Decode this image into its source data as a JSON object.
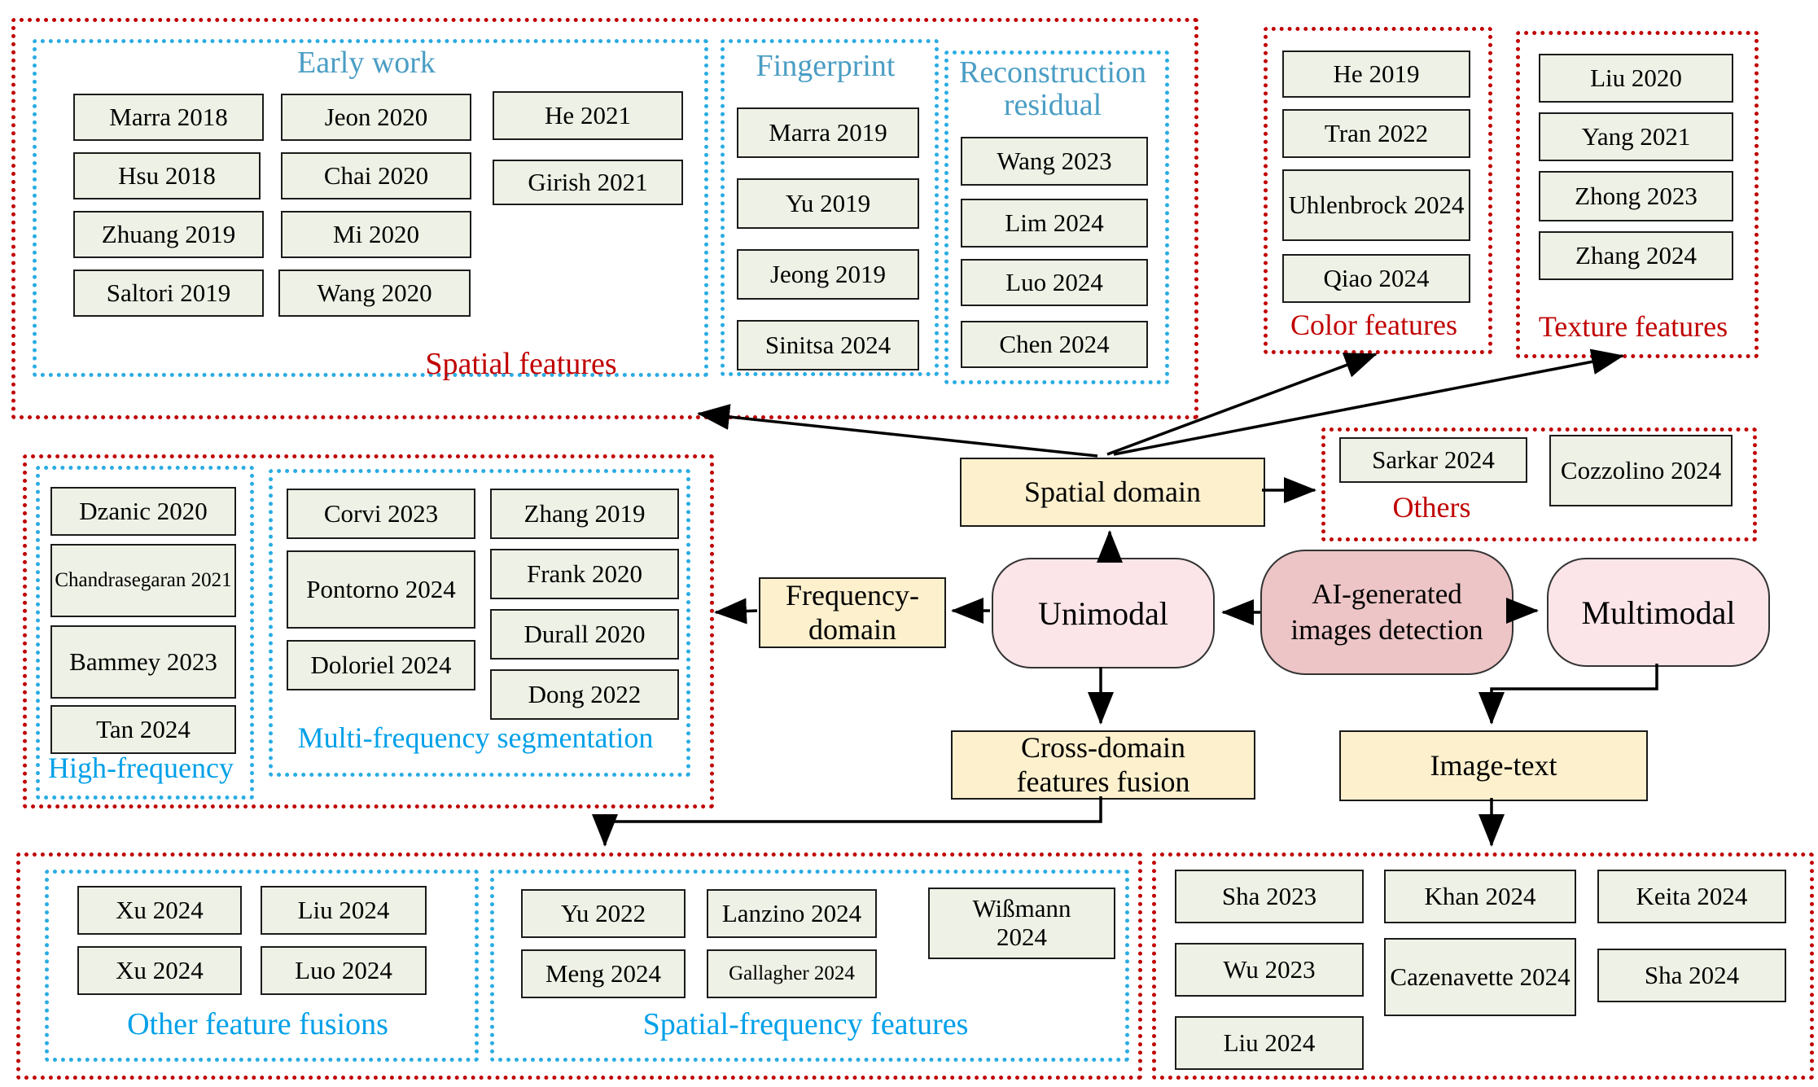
{
  "colors": {
    "red_border": "#c00000",
    "blue_border": "#29ace3",
    "label_blue_top": "#4a9dc4",
    "label_blue_bottom": "#00a0e8",
    "label_red": "#c00000",
    "cite_fill": "#eef1e5",
    "yellow_fill": "#fdf0cd",
    "pink_fill": "#fbe5e8",
    "root_fill": "#edc5c6"
  },
  "nodes": {
    "root": {
      "label": "AI-generated\nimages detection"
    },
    "unimodal": {
      "label": "Unimodal"
    },
    "multimodal": {
      "label": "Multimodal"
    },
    "spatial_domain": {
      "label": "Spatial domain"
    },
    "frequency_domain": {
      "label": "Frequency-\ndomain"
    },
    "cross_domain": {
      "label": "Cross-domain\nfeatures fusion"
    },
    "image_text": {
      "label": "Image-text"
    }
  },
  "groups": {
    "spatial_features": {
      "label": "Spatial features",
      "early_work": {
        "title": "Early work",
        "items": [
          "Marra 2018",
          "Jeon 2020",
          "He 2021",
          "Hsu 2018",
          "Chai 2020",
          "Girish 2021",
          "Zhuang 2019",
          "Mi 2020",
          "Saltori 2019",
          "Wang 2020"
        ]
      },
      "fingerprint": {
        "title": "Fingerprint",
        "items": [
          "Marra 2019",
          "Yu 2019",
          "Jeong 2019",
          "Sinitsa 2024"
        ]
      },
      "reconstruction": {
        "title": "Reconstruction\nresidual",
        "items": [
          "Wang 2023",
          "Lim 2024",
          "Luo 2024",
          "Chen 2024"
        ]
      }
    },
    "color_features": {
      "label": "Color features",
      "items": [
        "He 2019",
        "Tran 2022",
        "Uhlenbrock 2024",
        "Qiao 2024"
      ]
    },
    "texture_features": {
      "label": "Texture features",
      "items": [
        "Liu 2020",
        "Yang 2021",
        "Zhong 2023",
        "Zhang 2024"
      ]
    },
    "others": {
      "label": "Others",
      "items": [
        "Sarkar 2024",
        "Cozzolino 2024"
      ]
    },
    "frequency_features": {
      "high_frequency": {
        "title": "High-frequency",
        "items": [
          "Dzanic 2020",
          "Chandrasegaran 2021",
          "Bammey 2023",
          "Tan 2024"
        ]
      },
      "multi_frequency": {
        "title": "Multi-frequency segmentation",
        "col1": [
          "Corvi 2023",
          "Pontorno 2024",
          "Doloriel 2024"
        ],
        "col2": [
          "Zhang 2019",
          "Frank 2020",
          "Durall 2020",
          "Dong 2022"
        ]
      }
    },
    "fusion": {
      "other_fusions": {
        "title": "Other feature fusions",
        "items": [
          "Xu 2024",
          "Liu 2024",
          "Xu 2024",
          "Luo 2024"
        ]
      },
      "spatial_frequency": {
        "title": "Spatial-frequency features",
        "items": [
          "Yu 2022",
          "Lanzino 2024",
          "Wißmann 2024",
          "Meng 2024",
          "Gallagher 2024"
        ]
      }
    },
    "image_text_refs": {
      "items": [
        "Sha 2023",
        "Khan 2024",
        "Keita 2024",
        "Wu 2023",
        "Cazenavette 2024",
        "Sha 2024",
        "Liu 2024"
      ]
    }
  },
  "edges": [
    {
      "from": "AI-generated images detection",
      "to": "Unimodal"
    },
    {
      "from": "AI-generated images detection",
      "to": "Multimodal"
    },
    {
      "from": "Unimodal",
      "to": "Spatial domain"
    },
    {
      "from": "Unimodal",
      "to": "Frequency-domain"
    },
    {
      "from": "Unimodal",
      "to": "Cross-domain features fusion"
    },
    {
      "from": "Spatial domain",
      "to": "Spatial features"
    },
    {
      "from": "Spatial domain",
      "to": "Color features"
    },
    {
      "from": "Spatial domain",
      "to": "Texture features"
    },
    {
      "from": "Spatial domain",
      "to": "Others"
    },
    {
      "from": "Frequency-domain",
      "to": "High-frequency / Multi-frequency segmentation"
    },
    {
      "from": "Cross-domain features fusion",
      "to": "Other feature fusions / Spatial-frequency features"
    },
    {
      "from": "Multimodal",
      "to": "Image-text"
    },
    {
      "from": "Image-text",
      "to": "Image-text references"
    }
  ]
}
